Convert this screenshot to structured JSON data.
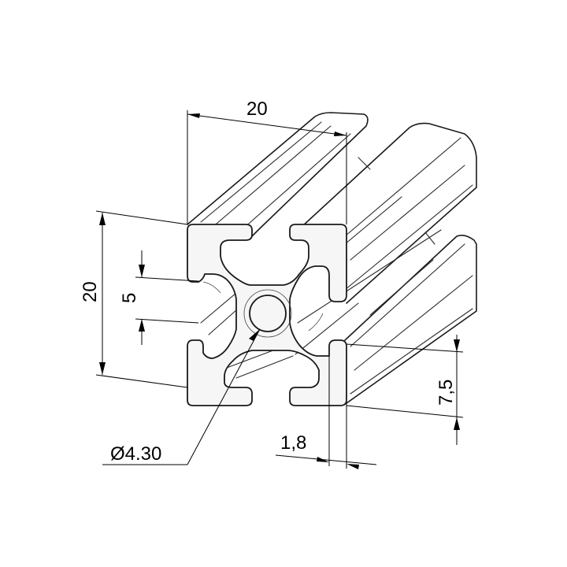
{
  "dimensions": {
    "top_width": "20",
    "left_height": "20",
    "slot_opening": "5",
    "bore_diameter": "Ø4.30",
    "wall_thickness": "1,8",
    "slot_offset": "7,5"
  },
  "colors": {
    "line": "#1a1a1a",
    "face_fill": "#f6f6f6",
    "background": "#ffffff"
  }
}
